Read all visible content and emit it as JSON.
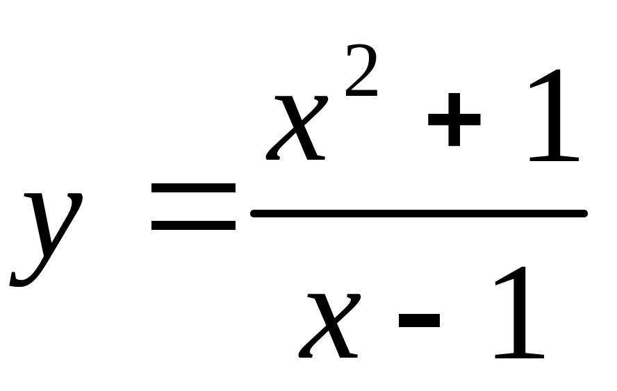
{
  "formula": {
    "lhs_variable": "y",
    "numerator": {
      "variable": "x",
      "exponent": "2",
      "operator": "+",
      "constant": "1"
    },
    "denominator": {
      "variable": "x",
      "operator": "-",
      "constant": "1"
    }
  },
  "colors": {
    "ink": "#000000",
    "background": "#ffffff"
  }
}
